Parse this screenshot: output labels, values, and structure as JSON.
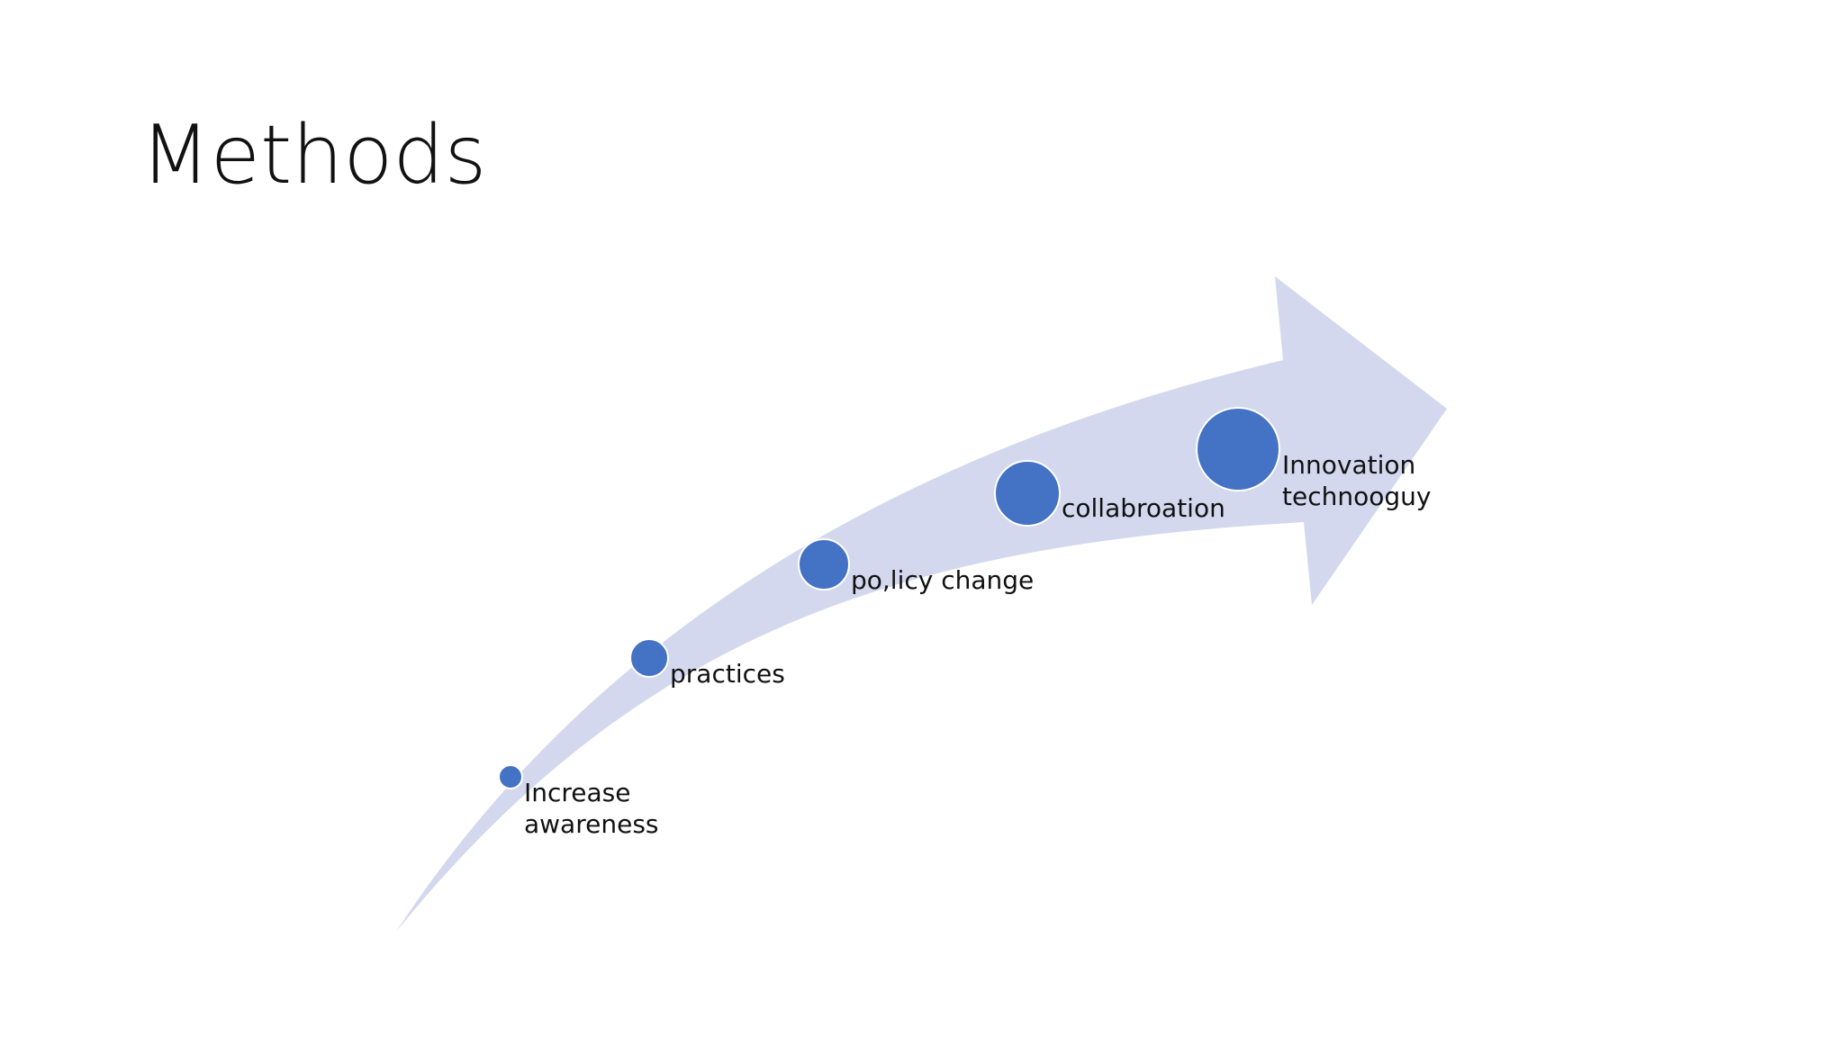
{
  "slide": {
    "title": "Methods"
  },
  "diagram": {
    "arrow_color": "#d3d8ee",
    "dot_color": "#4472c4",
    "dot_outline": "#ffffff",
    "steps": [
      {
        "label": "Increase\nawareness"
      },
      {
        "label": "practices"
      },
      {
        "label": "po,licy change"
      },
      {
        "label": "collabroation"
      },
      {
        "label": "Innovation\ntechnooguy"
      }
    ]
  }
}
